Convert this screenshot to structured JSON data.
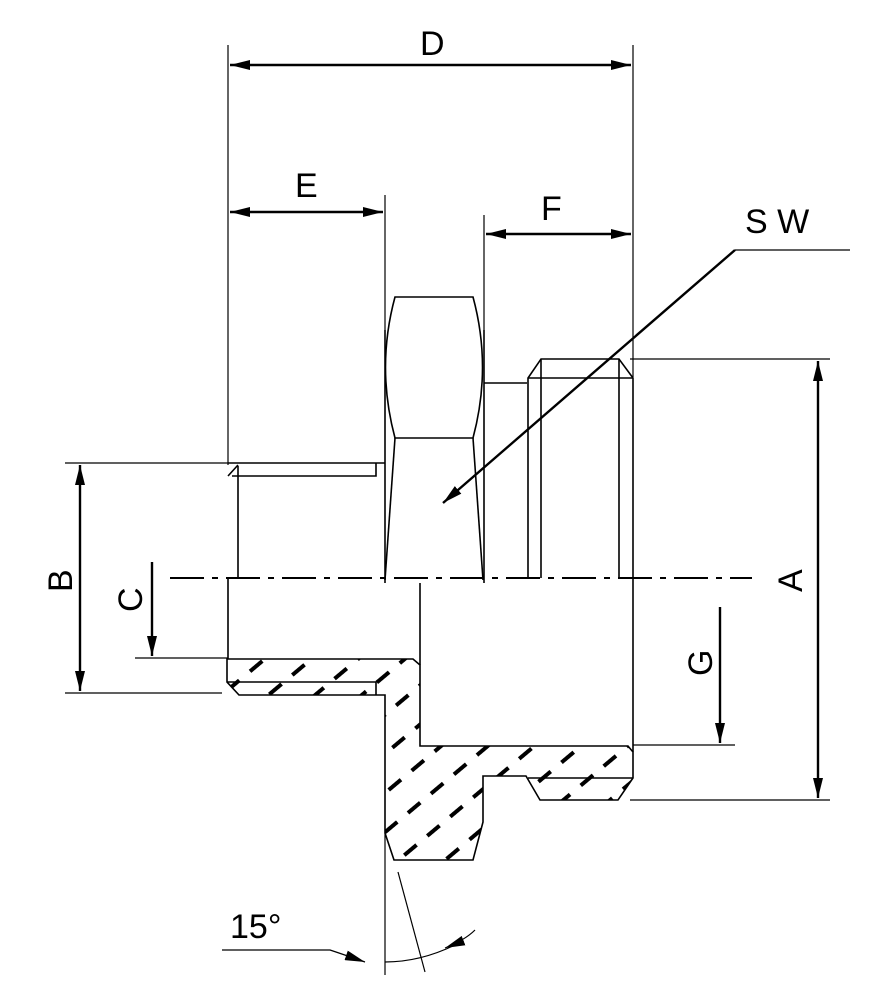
{
  "title": "Fitting section drawing",
  "labels": {
    "D": "D",
    "E": "E",
    "F": "F",
    "SW": "S W",
    "A": "A",
    "B": "B",
    "C": "C",
    "G": "G",
    "angle": "15°"
  },
  "colors": {
    "line": "#000000",
    "background": "#ffffff"
  }
}
